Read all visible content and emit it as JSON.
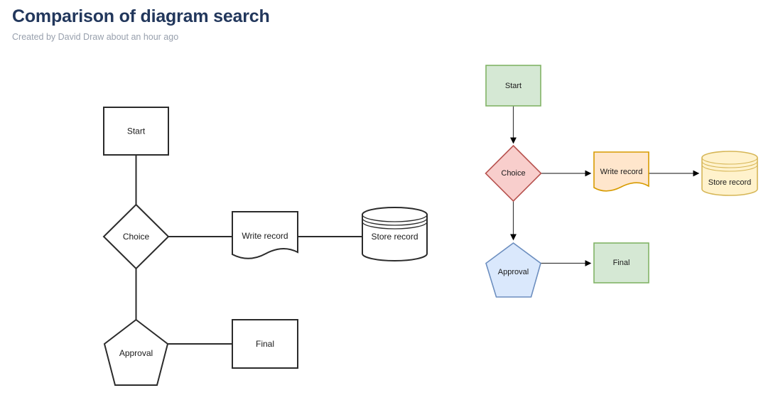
{
  "page": {
    "title": "Comparison of diagram search",
    "subtitle": "Created by David Draw about an hour ago"
  },
  "colors": {
    "green": {
      "fill": "#d5e8d4",
      "stroke": "#82b366"
    },
    "red": {
      "fill": "#f8cecc",
      "stroke": "#b85450"
    },
    "orange": {
      "fill": "#ffe6cc",
      "stroke": "#d79b00"
    },
    "yellow": {
      "fill": "#fff2cc",
      "stroke": "#d6b656"
    },
    "blue": {
      "fill": "#dae8fc",
      "stroke": "#6c8ebf"
    }
  },
  "diagram_left": {
    "style": "monochrome",
    "nodes": {
      "start": "Start",
      "choice": "Choice",
      "write_record": "Write record",
      "store_record": "Store record",
      "approval": "Approval",
      "final": "Final"
    }
  },
  "diagram_right": {
    "style": "colored",
    "nodes": {
      "start": "Start",
      "choice": "Choice",
      "write_record": "Write record",
      "store_record": "Store record",
      "approval": "Approval",
      "final": "Final"
    }
  }
}
